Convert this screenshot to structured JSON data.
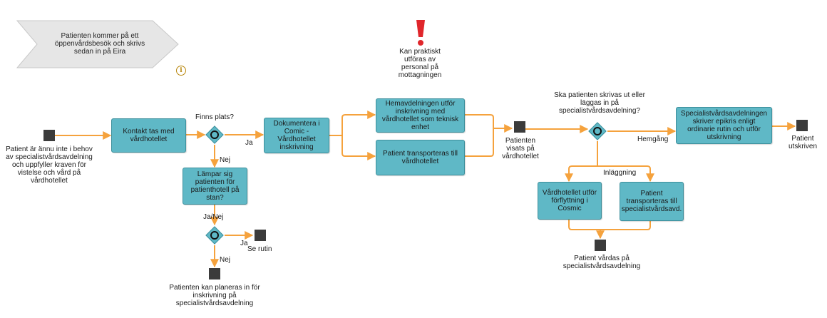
{
  "start": {
    "text": "Patienten kommer på ett öppenvårdsbesök och skrivs sedan in på Eira",
    "icon": "info-icon"
  },
  "warning": {
    "icon": "exclamation-icon",
    "text": "Kan praktiskt utföras av personal på mottagningen"
  },
  "colors": {
    "task": "#5fb8c6",
    "flow": "#f5a23d",
    "event": "#3b3b3b"
  },
  "events": {
    "e1": "Patient är ännu inte i behov av specialistvårdsavdelning och uppfyller kraven för vistelse och vård på vårdhotellet",
    "e2": "Se rutin",
    "e3": "Patienten kan planeras in för inskrivning på specialistvårdsavdelning",
    "e4": "Patienten visats på vårdhotellet",
    "e5": "Patient vårdas på specialistvårdsavdelning",
    "e6": "Patient utskriven"
  },
  "tasks": {
    "t1": "Kontakt tas med vårdhotellet",
    "t2": "Dokumentera i Comic - Vårdhotellet inskrivning",
    "t3": "Lämpar sig patienten för patienthotell på stan?",
    "t4": "Hemavdelningen utför inskrivning med vårdhotellet som teknisk enhet",
    "t5": "Patient transporteras till vårdhotellet",
    "t6": "Vårdhotellet utför förflyttning i Cosmic",
    "t7": "Patient transporteras till specialistvårdsavd.",
    "t8": "Specialistvårdsavdelningen skriver epikris enligt ordinarie rutin och utför utskrivning"
  },
  "gateways": {
    "g1": "Finns plats?",
    "g3": "Ska patienten skrivas ut eller läggas in på specialistvårdsavdelning?"
  },
  "flow_labels": {
    "ja1": "Ja",
    "nej1": "Nej",
    "janej": "Ja/Nej",
    "ja2": "Ja",
    "nej2": "Nej",
    "hemgang": "Hemgång",
    "inlaggning": "Inläggning"
  }
}
